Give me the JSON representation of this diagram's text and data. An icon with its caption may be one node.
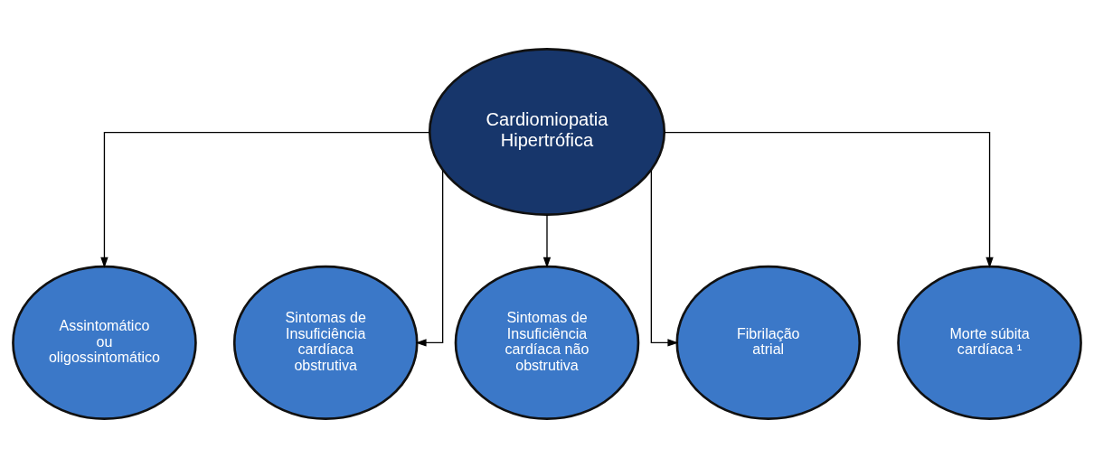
{
  "diagram": {
    "nodes": [
      {
        "text": [
          "Cardiomiopatia Hipertrófica"
        ]
      },
      {
        "text": [
          "Assintomático ou oligossintomático"
        ]
      },
      {
        "text": [
          "Sintomas de Insuficiência cardíaca obstrutiva"
        ]
      },
      {
        "text": [
          "Sintomas de Insuficiência cardíaca não obstrutiva"
        ]
      },
      {
        "text": [
          "Fibrilação atrial"
        ]
      },
      {
        "text": [
          "Morte súbita cardíaca ¹"
        ]
      }
    ],
    "edges": [
      {
        "from": 0,
        "to": 1,
        "arrow": "to"
      },
      {
        "from": 0,
        "to": 2,
        "arrow": "to"
      },
      {
        "from": 0,
        "to": 3,
        "arrow": "to"
      },
      {
        "from": 0,
        "to": 4,
        "arrow": "to"
      },
      {
        "from": 0,
        "to": 5,
        "arrow": "to"
      }
    ]
  }
}
